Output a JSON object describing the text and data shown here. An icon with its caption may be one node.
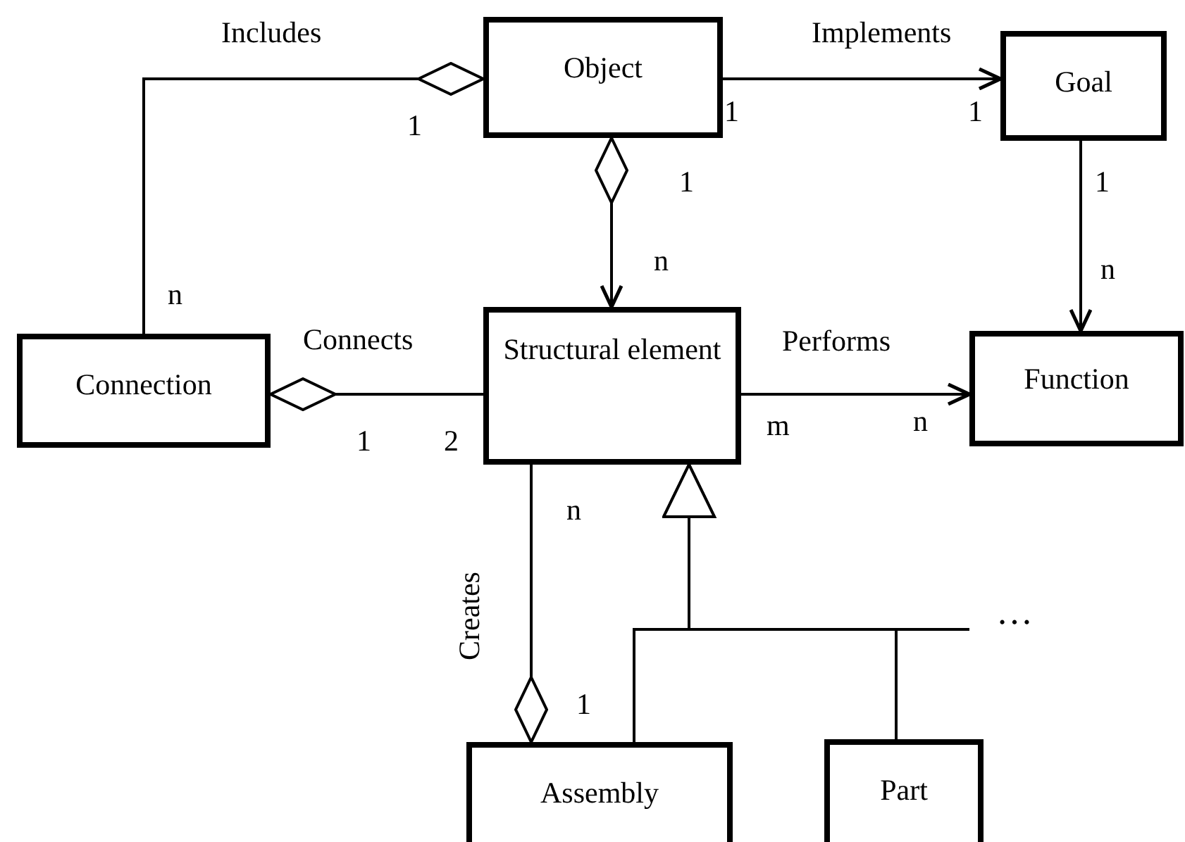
{
  "diagram": {
    "nodes": [
      {
        "text": [
          "Object"
        ]
      },
      {
        "text": [
          "Goal"
        ]
      },
      {
        "text": [
          "Connection"
        ]
      },
      {
        "text": [
          "Structural element"
        ]
      },
      {
        "text": [
          "Function"
        ]
      },
      {
        "text": [
          "Assembly"
        ]
      },
      {
        "text": [
          "Part"
        ]
      }
    ],
    "edges": [
      {
        "from": 2,
        "to": 0,
        "arrow": "other",
        "label": "Includes"
      },
      {
        "from": 0,
        "to": 1,
        "arrow": "to",
        "label": "Implements"
      },
      {
        "from": 0,
        "to": 3,
        "arrow": "to"
      },
      {
        "from": 1,
        "to": 4,
        "arrow": "to"
      },
      {
        "from": 3,
        "to": 2,
        "arrow": "other",
        "label": "Connects"
      },
      {
        "from": 3,
        "to": 4,
        "arrow": "to",
        "label": "Performs"
      },
      {
        "from": 3,
        "to": 5,
        "arrow": "other",
        "label": "Creates"
      },
      {
        "from": 5,
        "to": 3,
        "arrow": "to"
      },
      {
        "from": 6,
        "to": 3,
        "arrow": "to"
      }
    ],
    "labels": [
      "1",
      "1",
      "1",
      "1",
      "n",
      "1",
      "n",
      "n",
      "1",
      "2",
      "m",
      "n",
      "n",
      "…",
      "1"
    ]
  }
}
